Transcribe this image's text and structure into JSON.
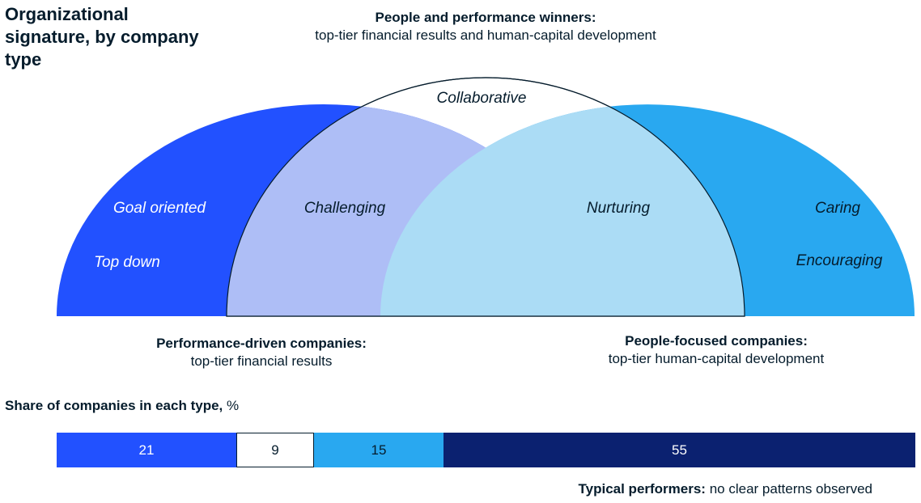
{
  "title": "Organizational signature, by company type",
  "top_caption": {
    "heading": "People and performance winners:",
    "detail": "top-tier financial results and human-capital development"
  },
  "left_caption": {
    "heading": "Performance-driven companies:",
    "detail": "top-tier financial results"
  },
  "right_caption": {
    "heading": "People-focused companies:",
    "detail": "top-tier human-capital development"
  },
  "traits": {
    "goal_oriented": "Goal oriented",
    "top_down": "Top down",
    "challenging": "Challenging",
    "collaborative": "Collaborative",
    "nurturing": "Nurturing",
    "caring": "Caring",
    "encouraging": "Encouraging"
  },
  "share": {
    "title_bold": "Share of companies in each type,",
    "title_unit": " %",
    "segments": [
      {
        "label": "21",
        "value": 21,
        "color": "#2251ff",
        "text_color": "#ffffff"
      },
      {
        "label": "9",
        "value": 9,
        "color": "#ffffff",
        "text_color": "#051c2c"
      },
      {
        "label": "15",
        "value": 15,
        "color": "#29a8f0",
        "text_color": "#051c2c"
      },
      {
        "label": "55",
        "value": 55,
        "color": "#0b2170",
        "text_color": "#ffffff"
      }
    ],
    "typical_bold": "Typical performers:",
    "typical_detail": " no clear patterns observed"
  },
  "colors": {
    "performance": "#2251ff",
    "challenging": "#aebef6",
    "nurturing": "#abdcf5",
    "people": "#29a8f0",
    "outline": "#051c2c"
  }
}
